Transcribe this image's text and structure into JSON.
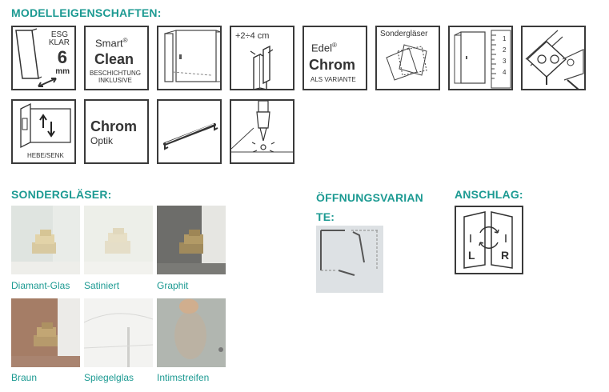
{
  "headings": {
    "features": "MODELLEIGENSCHAFTEN:",
    "glasses": "SONDERGLÄSER:",
    "opening": "ÖFFNUNGSVARIANTE:",
    "opening_line1": "ÖFFNUNGSVARIAN",
    "opening_line2": "TE:",
    "hinge": "ANSCHLAG:"
  },
  "features": {
    "esg": {
      "line1": "ESG",
      "line2": "KLAR",
      "value": "6",
      "unit": "mm"
    },
    "smartclean": {
      "brand": "Smart",
      "reg": "®",
      "name": "Clean",
      "sub1": "BESCHICHTUNG",
      "sub2": "INKLUSIVE"
    },
    "frame_icon": "shower-frame-icon",
    "adjust": {
      "label": "+2÷4 cm"
    },
    "edelchrom": {
      "brand": "Edel",
      "reg": "®",
      "name": "Chrom",
      "sub": "ALS VARIANTE"
    },
    "sonderglaeser": {
      "label": "Sondergläser"
    },
    "ruler": {
      "ticks": [
        "1",
        "2",
        "3",
        "4"
      ]
    },
    "hebesenk": {
      "label": "HEBE/SENK"
    },
    "chromoptik": {
      "name": "Chrom",
      "sub": "Optik"
    },
    "handle_icon": "towel-bar-icon",
    "drill_icon": "glass-drilling-icon"
  },
  "glasses": [
    {
      "label": "Diamant-Glas",
      "tint": "#e9ece8"
    },
    {
      "label": "Satiniert",
      "tint": "#edefe9"
    },
    {
      "label": "Graphit",
      "tint": "#6d6d6a"
    },
    {
      "label": "Braun",
      "tint": "#a57d66"
    },
    {
      "label": "Spiegelglas",
      "tint": "#f3f3f1"
    },
    {
      "label": "Intimstreifen",
      "tint": "#a9aea8"
    }
  ],
  "hinge": {
    "left": "L",
    "right": "R"
  },
  "colors": {
    "accent": "#1c9a92",
    "icon_border": "#3a3a3a",
    "panel_bg": "#dde1e4"
  }
}
